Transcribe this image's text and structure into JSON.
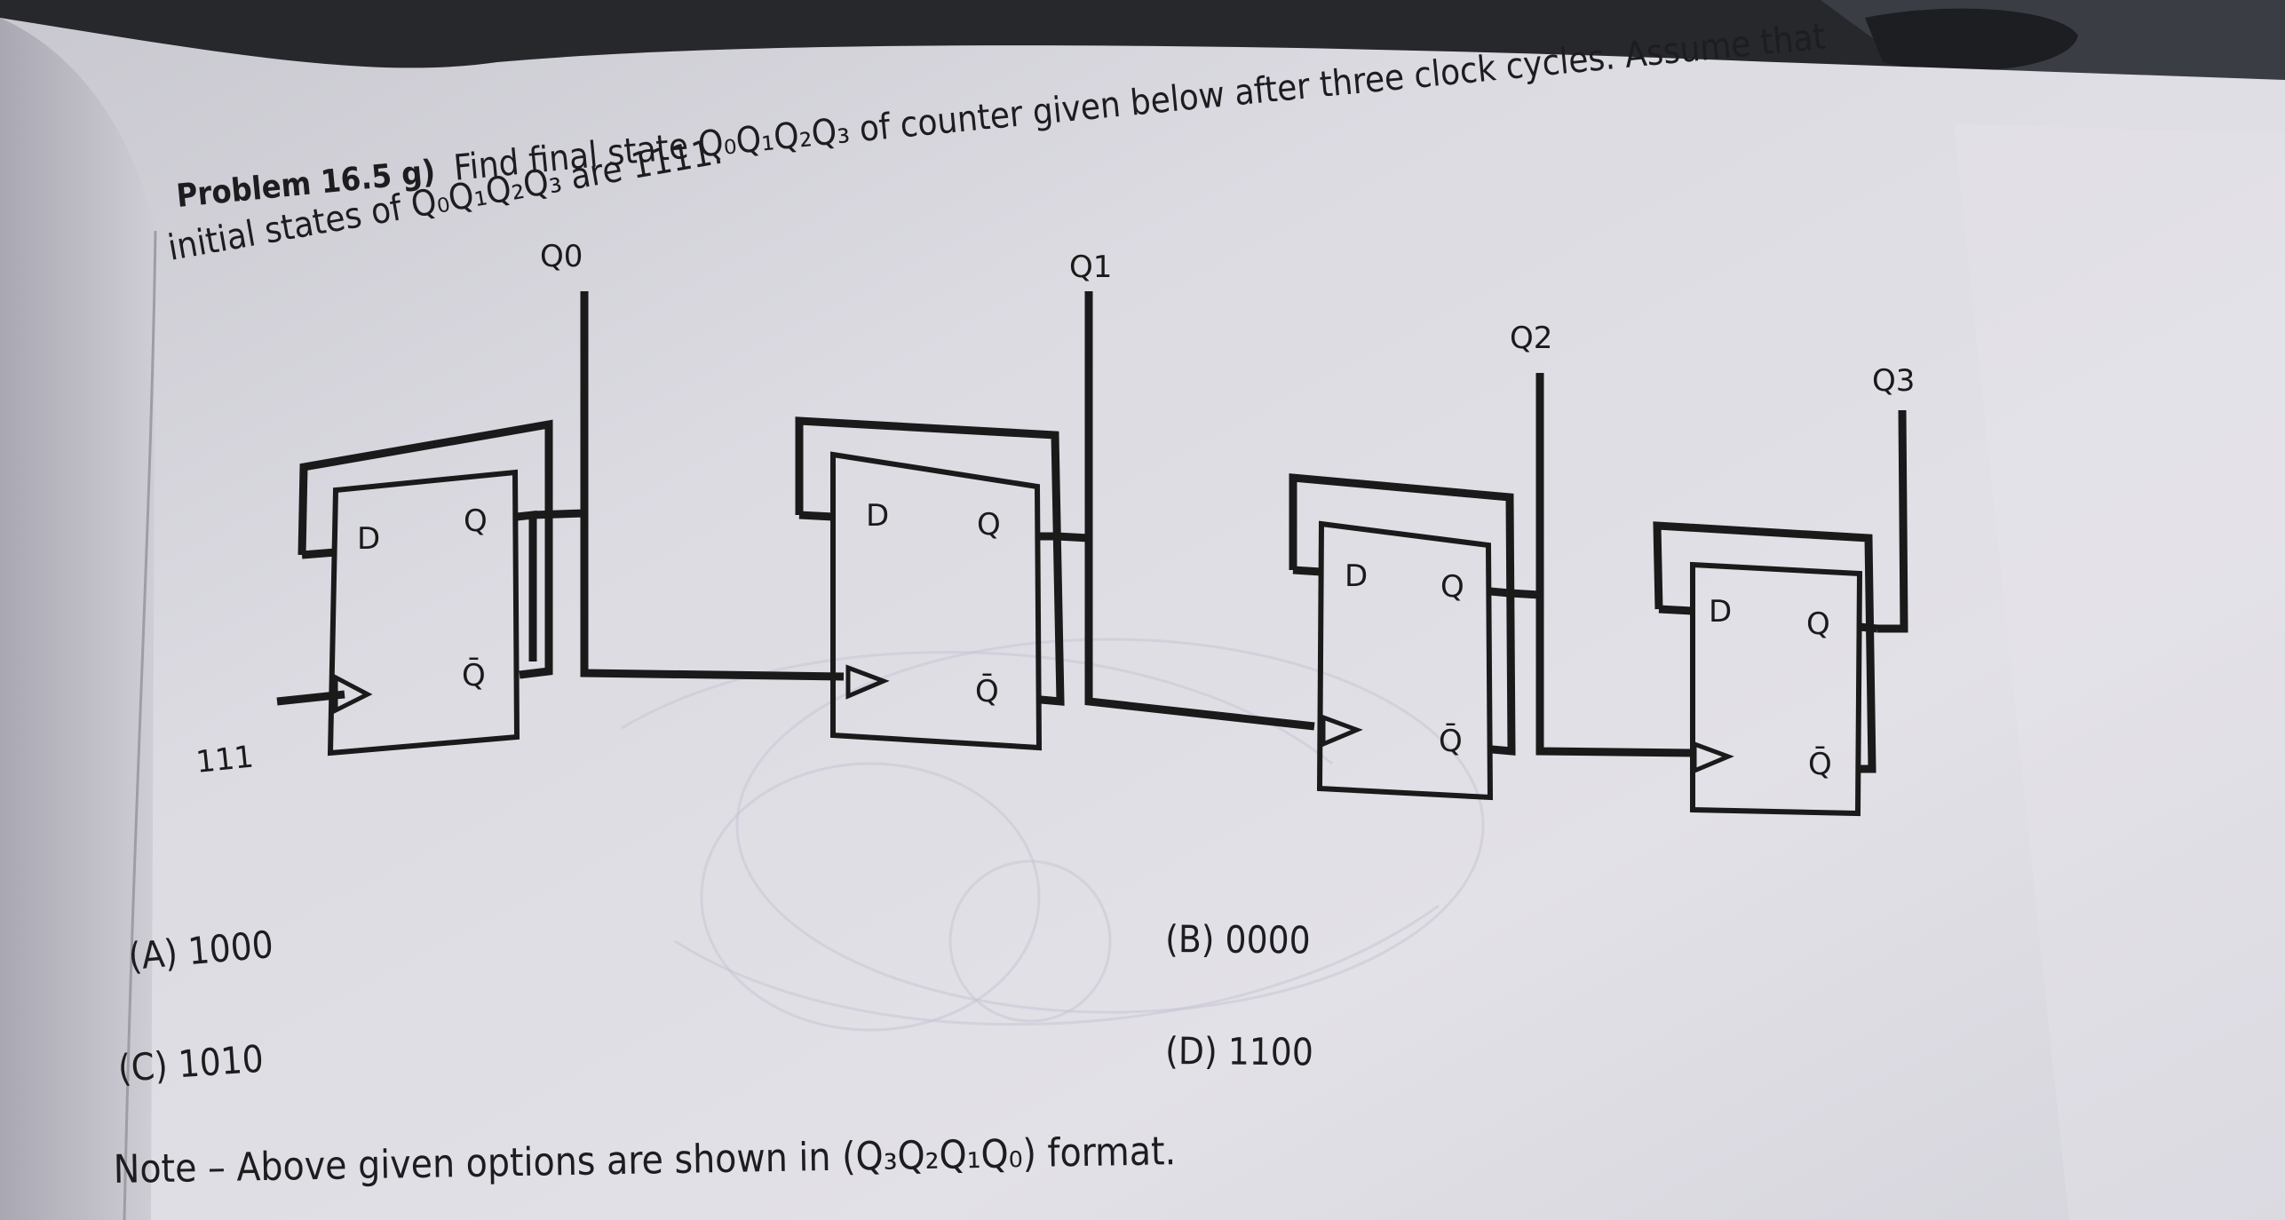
{
  "problem": {
    "label": "Problem 16.5 g)",
    "line1_text": "Find final state Q₀Q₁Q₂Q₃ of counter given below after three clock cycles. Assume that",
    "line2_text": "initial states of Q₀Q₁Q₂Q₃ are 1111."
  },
  "circuit": {
    "outputs": [
      "Q0",
      "Q1",
      "Q2",
      "Q3"
    ],
    "flipflop": {
      "d_label": "D",
      "q_label": "Q",
      "qbar_label": "Q̄"
    },
    "clock_input_label": "111"
  },
  "options": {
    "a": "(A) 1000",
    "b": "(B) 0000",
    "c": "(C) 1010",
    "d": "(D) 1100"
  },
  "note": "Note – Above given options are shown in (Q₃Q₂Q₁Q₀) format."
}
